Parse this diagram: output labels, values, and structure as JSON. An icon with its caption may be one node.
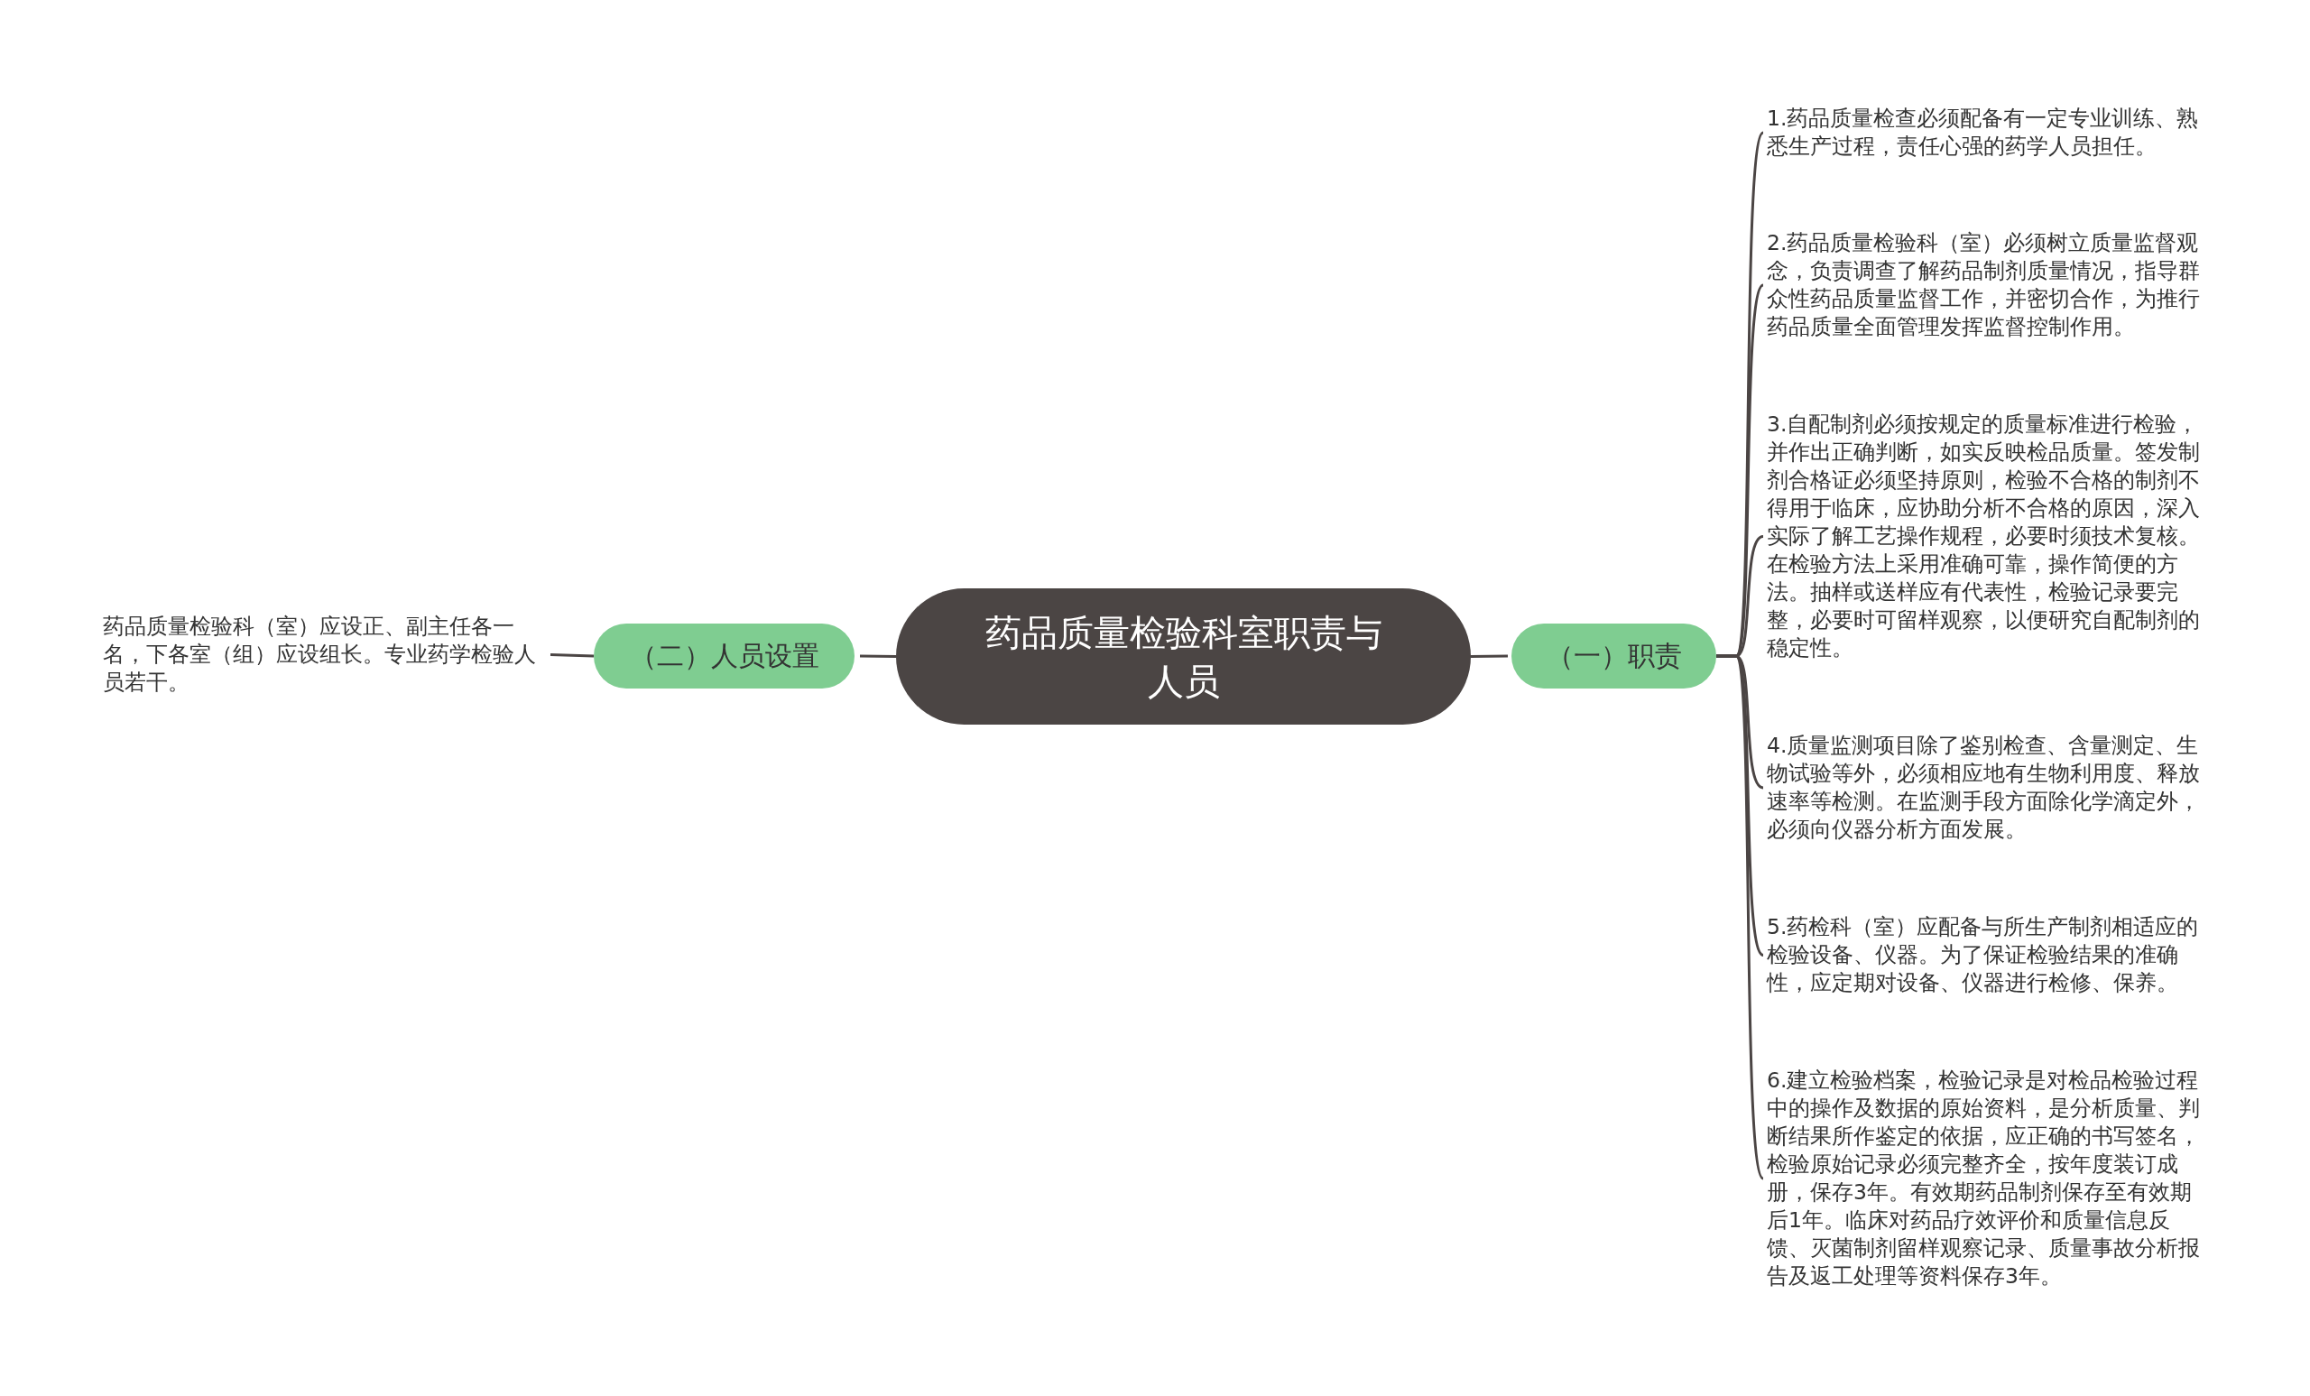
{
  "diagram": {
    "nodes": [
      {
        "text": [
          "药品质量检验科室职责与人员"
        ]
      },
      {
        "text": [
          "（一）职责"
        ]
      },
      {
        "text": [
          "1.药品质量检查必须配备有一定专业训练、熟悉生产过程，责任心强的药学人员担任。"
        ]
      },
      {
        "text": [
          "2.药品质量检验科（室）必须树立质量监督观念，负责调查了解药品制剂质量情况，指导群众性药品质量监督工作，并密切合作，为推行药品质量全面管理发挥监督控制作用。"
        ]
      },
      {
        "text": [
          "3.自配制剂必须按规定的质量标准进行检验，并作出正确判断，如实反映检品质量。签发制剂合格证必须坚持原则，检验不合格的制剂不得用于临床，应协助分析不合格的原因，深入实际了解工艺操作规程，必要时须技术复核。在检验方法上采用准确可靠，操作简便的方法。抽样或送样应有代表性，检验记录要完整，必要时可留样观察，以便研究自配制剂的稳定性。"
        ]
      },
      {
        "text": [
          "4.质量监测项目除了鉴别检查、含量测定、生物试验等外，必须相应地有生物利用度、释放速率等检测。在监测手段方面除化学滴定外，必须向仪器分析方面发展。"
        ]
      },
      {
        "text": [
          "5.药检科（室）应配备与所生产制剂相适应的检验设备、仪器。为了保证检验结果的准确性，应定期对设备、仪器进行检修、保养。"
        ]
      },
      {
        "text": [
          "6.建立检验档案，检验记录是对检品检验过程中的操作及数据的原始资料，是分析质量、判断结果所作鉴定的依据，应正确的书写签名，检验原始记录必须完整齐全，按年度装订成册，保存3年。有效期药品制剂保存至有效期后1年。临床对药品疗效评价和质量信息反馈、灭菌制剂留样观察记录、质量事故分析报告及返工处理等资料保存3年。"
        ]
      },
      {
        "text": [
          "（二）人员设置"
        ]
      },
      {
        "text": [
          "药品质量检验科（室）应设正、副主任各一名，下各室（组）应设组长。专业药学检验人员若干。"
        ]
      }
    ],
    "edges": [
      {
        "from": 0,
        "to": 1,
        "arrow": "none"
      },
      {
        "from": 1,
        "to": 2,
        "arrow": "none"
      },
      {
        "from": 1,
        "to": 3,
        "arrow": "none"
      },
      {
        "from": 1,
        "to": 4,
        "arrow": "none"
      },
      {
        "from": 1,
        "to": 5,
        "arrow": "none"
      },
      {
        "from": 1,
        "to": 6,
        "arrow": "none"
      },
      {
        "from": 1,
        "to": 7,
        "arrow": "none"
      },
      {
        "from": 0,
        "to": 8,
        "arrow": "none"
      },
      {
        "from": 8,
        "to": 9,
        "arrow": "none"
      }
    ]
  }
}
